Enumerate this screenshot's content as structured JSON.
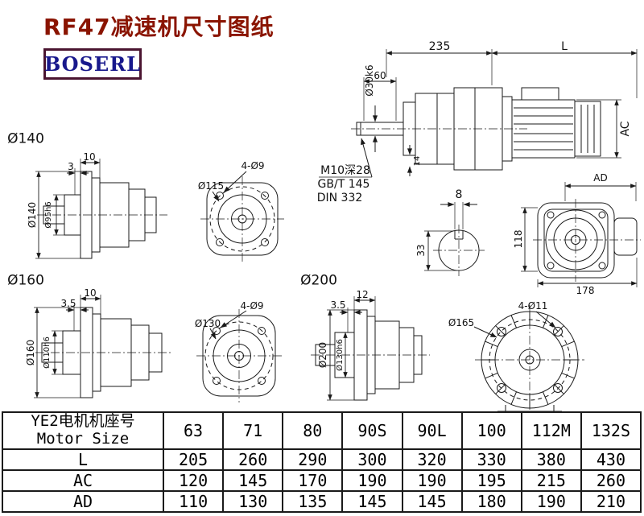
{
  "page": {
    "title": "RF47减速机尺寸图纸",
    "logo": "BOSERL"
  },
  "colors": {
    "title": "#8a1400",
    "logo_text": "#18188c",
    "logo_border": "#4a1430",
    "line": "#1a1a1a"
  },
  "drawing": {
    "side_view": {
      "dim_235": "235",
      "dim_l": "L",
      "dim_60": "60",
      "dim_shaft_dia": "Ø30k6",
      "dim_ac": "AC",
      "dim_14": "14",
      "dim_ad": "AD"
    },
    "shaft_notes": {
      "tap": "M10深28",
      "std_gb": "GB/T 145",
      "std_din": "DIN 332",
      "key_width": "8",
      "key_depth": "33"
    },
    "rear_view": {
      "dim_118": "118",
      "dim_178": "178"
    },
    "flange_140": {
      "heading": "Ø140",
      "dim_10": "10",
      "dim_3": "3",
      "dim_flange": "Ø140",
      "dim_spigot": "Ø95h6"
    },
    "front_115": {
      "dim_holes": "4-Ø9",
      "dim_bolt_circle": "Ø115"
    },
    "flange_160": {
      "heading": "Ø160",
      "dim_10": "10",
      "dim_3_5": "3.5",
      "dim_flange": "Ø160",
      "dim_spigot": "Ø110h6"
    },
    "front_130": {
      "dim_holes": "4-Ø9",
      "dim_bolt_circle": "Ø130"
    },
    "flange_200": {
      "heading": "Ø200",
      "dim_12": "12",
      "dim_3_5": "3.5",
      "dim_flange": "Ø200",
      "dim_spigot": "Ø130h6"
    },
    "motor_rear": {
      "dim_bolt_circle": "Ø165",
      "dim_holes": "4-Ø11"
    }
  },
  "table": {
    "motor_size_label_cn": "YE2电机机座号",
    "motor_size_label_en": "Motor Size",
    "sizes": [
      "63",
      "71",
      "80",
      "90S",
      "90L",
      "100",
      "112M",
      "132S"
    ],
    "rows": [
      {
        "label": "L",
        "values": [
          "205",
          "260",
          "290",
          "300",
          "320",
          "330",
          "380",
          "430"
        ]
      },
      {
        "label": "AC",
        "values": [
          "120",
          "145",
          "170",
          "190",
          "190",
          "195",
          "215",
          "260"
        ]
      },
      {
        "label": "AD",
        "values": [
          "110",
          "130",
          "135",
          "145",
          "145",
          "180",
          "190",
          "210"
        ]
      }
    ]
  }
}
